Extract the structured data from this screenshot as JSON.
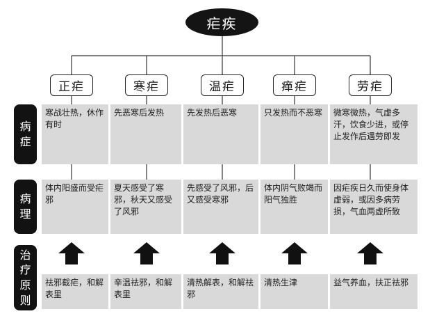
{
  "root": {
    "title": "疟疾"
  },
  "types": [
    {
      "label": "正疟"
    },
    {
      "label": "寒疟"
    },
    {
      "label": "温疟"
    },
    {
      "label": "瘅疟"
    },
    {
      "label": "劳疟"
    }
  ],
  "rows": [
    {
      "label": [
        "病",
        "症"
      ]
    },
    {
      "label": [
        "病",
        "理"
      ]
    },
    {
      "label": [
        "治",
        "疗",
        "原",
        "则"
      ]
    }
  ],
  "cells": {
    "symptoms": [
      "寒战壮热，休作有时",
      "先恶寒后发热",
      "先发热后恶寒",
      "只发热而不恶寒",
      "微寒微热，气虚多汗，饮食少进，或停止发作后遇劳即发"
    ],
    "pathology": [
      "体内阳盛而受疟邪",
      "夏天感受了寒邪，秋天又感受了风邪",
      "先感受了风邪，后又感受寒邪",
      "体内阴气败竭而阳气独胜",
      "因疟疾日久而使身体虚弱，或因多病劳损，气血两虚所致"
    ],
    "treatment": [
      "祛邪截疟，和解表里",
      "辛温祛邪，和解表里",
      "清热解表，和解祛邪",
      "清热生津",
      "益气养血，扶正祛邪"
    ]
  },
  "icons": {
    "arrow": "up-arrow-icon"
  },
  "colors": {
    "dark": "#121212",
    "cell": "#d9d9d9"
  }
}
